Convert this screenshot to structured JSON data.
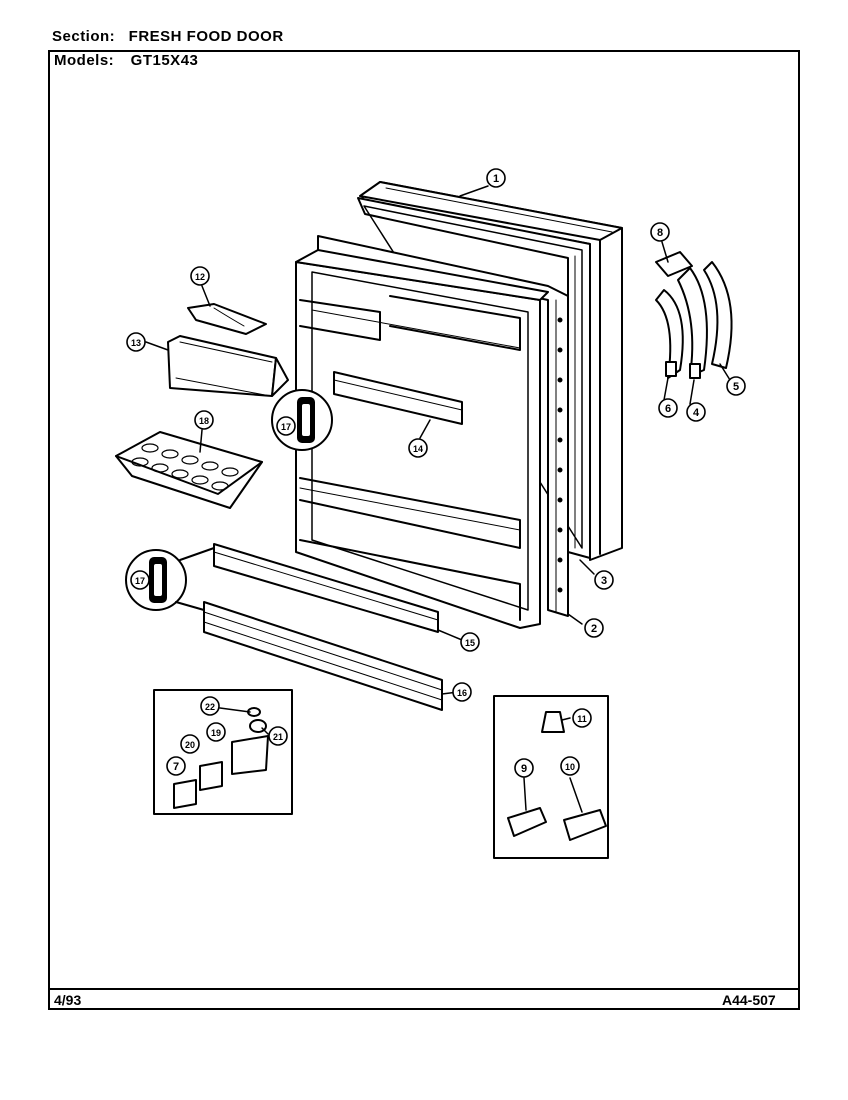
{
  "header": {
    "section_label": "Section:",
    "section_value": "FRESH FOOD DOOR",
    "models_label": "Models:",
    "models_value": "GT15X43"
  },
  "footer": {
    "date": "4/93",
    "doc_id": "A44-507"
  },
  "callouts": [
    "1",
    "2",
    "3",
    "4",
    "5",
    "6",
    "8",
    "17",
    "12",
    "13",
    "18",
    "17",
    "14",
    "15",
    "16",
    "22",
    "20",
    "19",
    "7",
    "21",
    "11",
    "9",
    "10"
  ]
}
